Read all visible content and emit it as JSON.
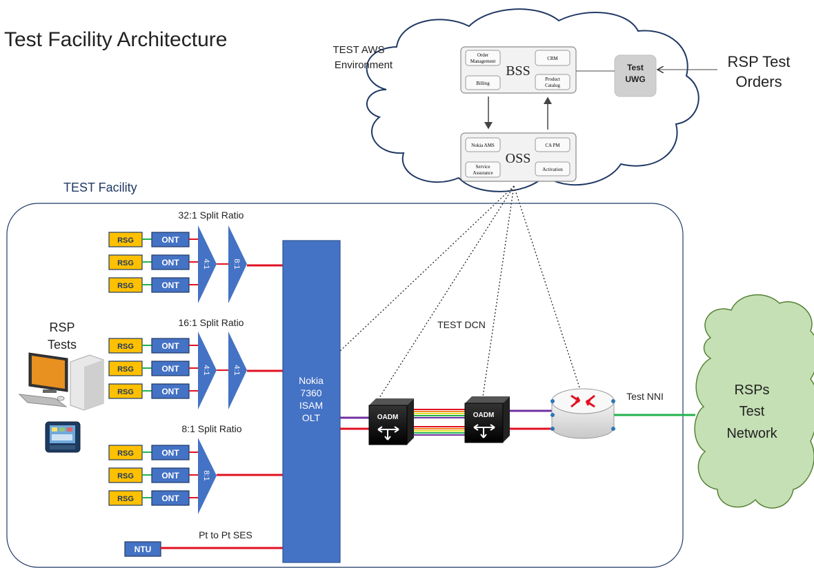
{
  "title": "Test Facility Architecture",
  "aws": {
    "env_label_line1": "TEST AWS",
    "env_label_line2": "Environment",
    "bss": {
      "name": "BSS",
      "order_mgmt_line1": "Order",
      "order_mgmt_line2": "Management",
      "crm": "CRM",
      "billing": "Billing",
      "product_catalog_line1": "Product",
      "product_catalog_line2": "Catalog"
    },
    "oss": {
      "name": "OSS",
      "nokia_ams": "Nokia AMS",
      "ca_pm": "CA PM",
      "service_assurance_line1": "Service",
      "service_assurance_line2": "Assurance",
      "activation": "Activation"
    },
    "uwg_line1": "Test",
    "uwg_line2": "UWG"
  },
  "rsp_orders_line1": "RSP Test",
  "rsp_orders_line2": "Orders",
  "facility_label": "TEST Facility",
  "rsp_tests_line1": "RSP",
  "rsp_tests_line2": "Tests",
  "split_32": "32:1 Split Ratio",
  "split_16": "16:1 Split Ratio",
  "split_8": "8:1 Split Ratio",
  "pt_to_pt": "Pt to Pt SES",
  "rsg": "RSG",
  "ont": "ONT",
  "ntu": "NTU",
  "splitter_4": "4:1",
  "splitter_8": "8:1",
  "olt_line1": "Nokia",
  "olt_line2": "7360",
  "olt_line3": "ISAM",
  "olt_line4": "OLT",
  "oadm": "OADM",
  "dcn": "TEST DCN",
  "nni": "Test NNI",
  "rsp_net_line1": "RSPs",
  "rsp_net_line2": "Test",
  "rsp_net_line3": "Network",
  "colors": {
    "box_blue": "#4472c4",
    "rsg_yellow": "#ffc000",
    "fiber_red": "#e01020",
    "fiber_green": "#22b14c",
    "fiber_purple": "#7030a0",
    "cloud_green": "#c5e0b4",
    "facility_border": "#1f3864"
  }
}
